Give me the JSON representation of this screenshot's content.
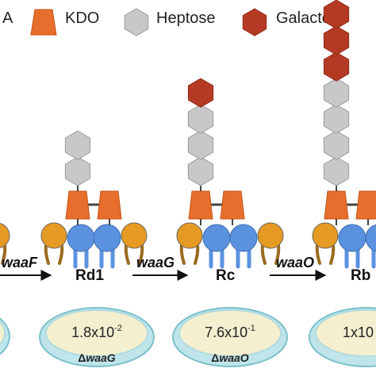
{
  "legend": {
    "lipid_a_label_fragment": "A",
    "kdo_label": "KDO",
    "heptose_label": "Heptose",
    "galactose_label": "Galactose"
  },
  "colors": {
    "kdo": "#e86e2e",
    "heptose": "#c8c8c8",
    "galactose": "#b53a24",
    "phosphate_head": "#e59a23",
    "glucosamine": "#5b92e0",
    "lipid_tail": "#9a6a1f",
    "plate_agar": "#f3efcf",
    "plate_rim": "#8fd0d8"
  },
  "steps": [
    {
      "gene": "waaF"
    },
    {
      "gene": "waaG"
    },
    {
      "gene": "waaO"
    }
  ],
  "strains": [
    {
      "label": "Rd1",
      "efficiency_mantissa": "1.8x10",
      "efficiency_exponent": "-2",
      "mutant_prefix": "Δ",
      "mutant_gene": "waaG",
      "heptose_count": 2,
      "galactose_count": 0
    },
    {
      "label": "Rc",
      "efficiency_mantissa": "7.6x10",
      "efficiency_exponent": "-1",
      "mutant_prefix": "Δ",
      "mutant_gene": "waaO",
      "heptose_count": 3,
      "galactose_count": 1
    },
    {
      "label": "Rb",
      "efficiency_mantissa": "1x10",
      "efficiency_exponent": "",
      "mutant_prefix": "",
      "mutant_gene": "",
      "heptose_count": 4,
      "galactose_count": 3
    }
  ]
}
